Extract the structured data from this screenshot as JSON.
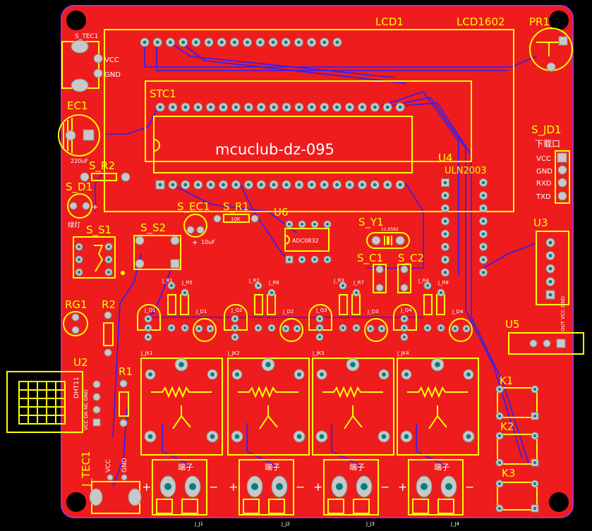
{
  "colors": {
    "board": "#ee1c1c",
    "silk": "#ffff00",
    "trace": "#2a1fff",
    "pad": "#c8c8c8",
    "hole": "#008080",
    "background": "#000000"
  },
  "labels": {
    "lcd1": "LCD1",
    "lcd1602": "LCD1602",
    "pr1": "PR1",
    "s_tec1": "S_TEC1",
    "vcc": "VCC",
    "gnd": "GND",
    "ec1": "EC1",
    "cap220": "220uF",
    "stc1": "STC1",
    "mcu_text": "mcuclub-dz-095",
    "s_jd1": "S_JD1",
    "download": "下载口",
    "jd_vcc": "VCC",
    "jd_gnd": "GND",
    "jd_rxd": "RXD",
    "jd_txd": "TXD",
    "u4": "U4",
    "uln2003": "ULN2003",
    "s_r2": "S_R2",
    "s_d1": "S_D1",
    "green_light": "绿灯",
    "s_ec1": "S_EC1",
    "cap10": "10uF",
    "s_r1": "S_R1",
    "r10k": "10K",
    "u6": "U6",
    "adc0832": "ADC0832",
    "s_y1": "S_Y1",
    "crystal": "11.0592",
    "s_s1": "S_S1",
    "s_s2": "S_S2",
    "s_c1": "S_C1",
    "s_c2": "S_C2",
    "u3": "U3",
    "rg1": "RG1",
    "r2": "R2",
    "u2": "U2",
    "dht11": "DHT11",
    "u2_pins": "VCC DA NC GND",
    "r1": "R1",
    "u5": "U5",
    "u5_pins": "OUT VCC GND",
    "k1": "K1",
    "k2": "K2",
    "k3": "K3",
    "j_tec1": "J_TEC1",
    "jvcc": "VCC",
    "jgnd": "GND",
    "relay_labels": [
      "J_JK1",
      "J_JK2",
      "J_JK3",
      "J_JK4"
    ],
    "q_labels": [
      "J_Q1",
      "J_Q2",
      "J_Q3",
      "J_Q4"
    ],
    "d_labels": [
      "J_D1",
      "J_D2",
      "J_D3",
      "J_D4"
    ],
    "rpa_labels": [
      "J_R1",
      "J_R2",
      "J_R3",
      "J_R4"
    ],
    "rpb_labels": [
      "J_R5",
      "J_R6",
      "J_R7",
      "J_R8"
    ],
    "terminal_labels": [
      "J_J1",
      "J_J2",
      "J_J3",
      "J_J4"
    ],
    "terminal_text": [
      "端子",
      "端子",
      "端子",
      "端子"
    ],
    "plus": "+",
    "minus": "−"
  }
}
